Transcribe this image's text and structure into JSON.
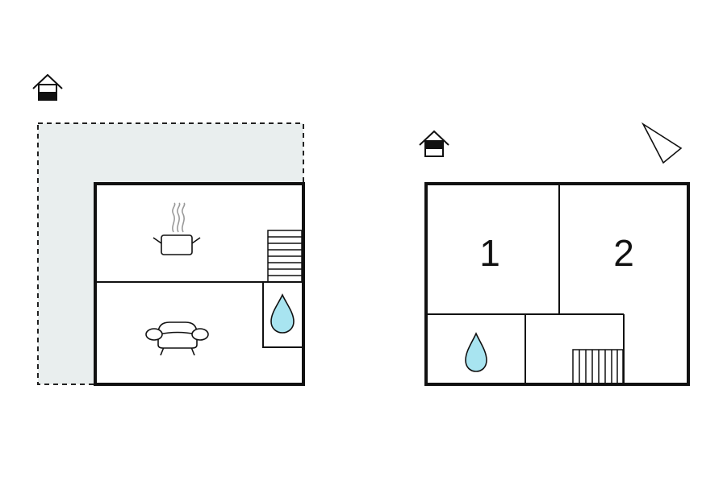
{
  "colors": {
    "wall": "#111111",
    "terrace_fill": "#e9eeee",
    "terrace_border": "#222222",
    "water": "#a8e4f0",
    "steam": "#9a9a9a",
    "background": "#ffffff"
  },
  "icons": {
    "entrance": "house-entrance-icon",
    "north": "north-arrow-icon",
    "kitchen": "cooking-pot-icon",
    "living": "sofa-icon",
    "bathroom": "water-drop-icon",
    "stairs": "stairs-icon"
  },
  "ground_floor": {
    "rooms": [
      "kitchen",
      "living-room",
      "bathroom",
      "stairs"
    ],
    "terrace": true
  },
  "upper_floor": {
    "bedrooms": [
      {
        "label": "1"
      },
      {
        "label": "2"
      }
    ],
    "rooms": [
      "bathroom",
      "stairs"
    ]
  }
}
